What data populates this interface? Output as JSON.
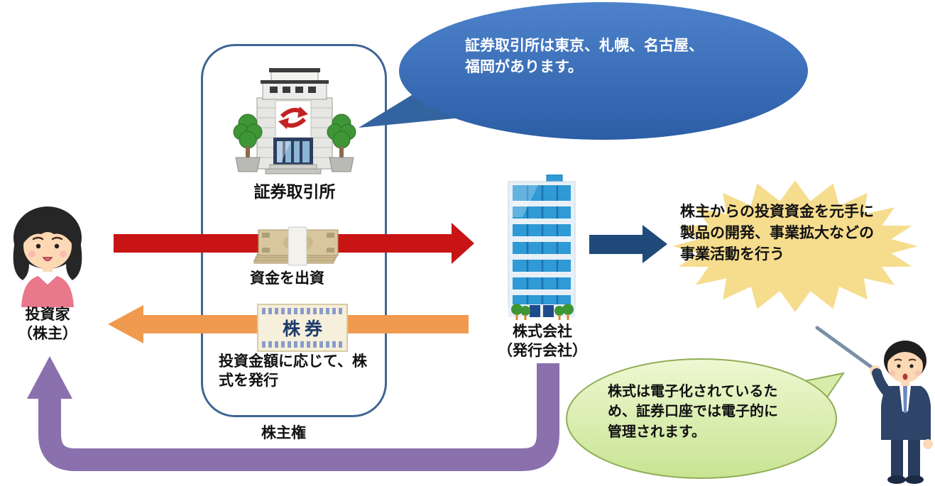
{
  "labels": {
    "exchange": "証券取引所",
    "investor": "投資家\n（株主）",
    "company": "株式会社\n（発行会社）",
    "invest_flow": "資金を出資",
    "issue_flow": "投資金額に応じて、株\n式を発行",
    "shareholder_rights": "株主権",
    "certificate": "株券"
  },
  "bubbles": {
    "exchange_note": "証券取引所は東京、札幌、名古屋、\n福岡があります。",
    "account_note": "株式は電子化されているた\nめ、証券口座では電子的に\n管理されます。"
  },
  "callout": {
    "business_activity": "株主からの投資資金を元手に\n製品の開発、事業拡大などの\n事業活動を行う"
  },
  "icons": {
    "exchange_building": "bank-building-illustration",
    "company_building": "blue-office-tower-illustration",
    "money_stack": "banknote-bundle-illustration",
    "stock_certificate": "stock-certificate-illustration",
    "investor_woman": "woman-investor-illustration",
    "presenter_man": "businessman-with-pointer-illustration"
  },
  "colors": {
    "red_arrow": "#c81414",
    "orange_arrow": "#f09a50",
    "navy_arrow": "#1f4a7a",
    "purple_arrow": "#8a71ad",
    "blue_bubble": "#3a6fba",
    "green_bubble_fill": "#dcf0ae",
    "green_bubble_border": "#90ad55",
    "starburst": "#f6dc8d",
    "frame_border": "#3f6593"
  }
}
